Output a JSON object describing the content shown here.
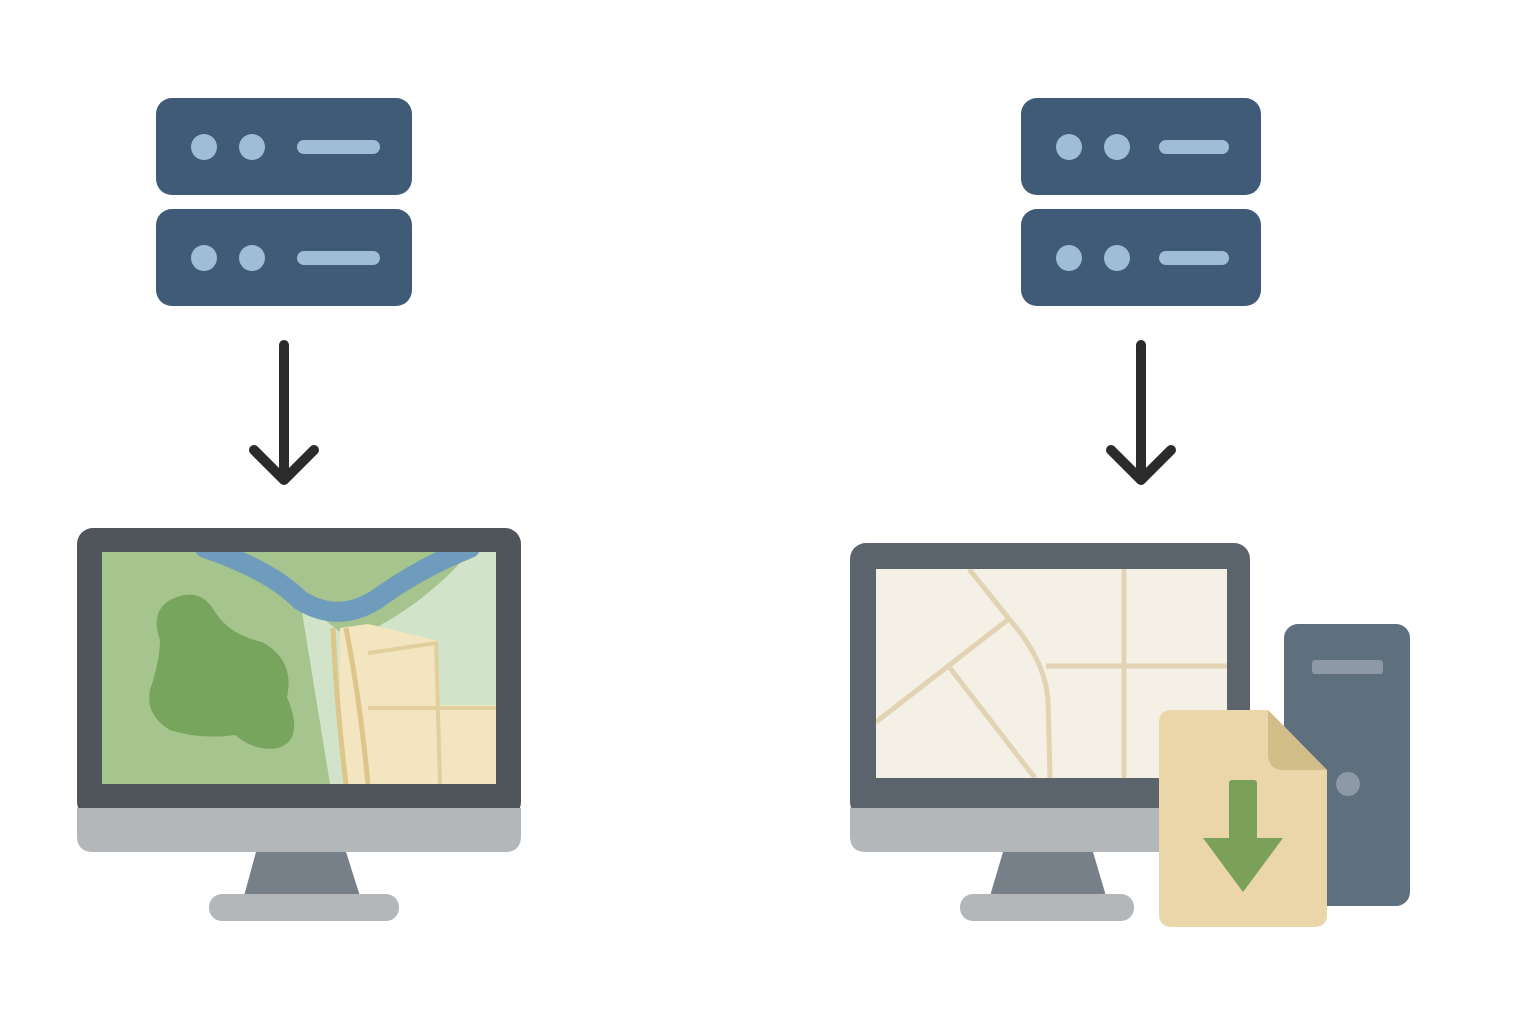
{
  "colors": {
    "background": "#ffffff",
    "server": "#3f5b78",
    "server_light": "#9fbdd5",
    "arrow": "#2b2b2b",
    "monitor_bezel": "#4f555b",
    "monitor_bezel_right": "#5b646d",
    "monitor_chin": "#b4b7ba",
    "monitor_stand": "#778088",
    "monitor_base": "#b4b7ba",
    "map_grass": "#a6c48d",
    "map_forest": "#78a55e",
    "map_river": "#6f9bbd",
    "map_light_green": "#d1e3c8",
    "map_urban": "#f3e5bf",
    "map_road": "#dcc689",
    "vector_bg": "#f4f0e6",
    "vector_road": "#e3d3b5",
    "file": "#ead6a8",
    "file_fold": "#d1bd88",
    "download_arrow": "#7aa05a",
    "tower": "#5e6f7d",
    "tower_detail": "#8d9aa6"
  },
  "flows": [
    {
      "id": "left",
      "source": {
        "icon": "server-stack-icon",
        "units": 2
      },
      "connector": {
        "icon": "arrow-down-icon"
      },
      "target": {
        "icon": "desktop-monitor-icon",
        "screen": "raster-map"
      }
    },
    {
      "id": "right",
      "source": {
        "icon": "server-stack-icon",
        "units": 2
      },
      "connector": {
        "icon": "arrow-down-icon"
      },
      "target": {
        "icon": "desktop-monitor-icon",
        "screen": "vector-map",
        "extras": [
          "download-file-icon",
          "pc-tower-icon"
        ]
      }
    }
  ]
}
